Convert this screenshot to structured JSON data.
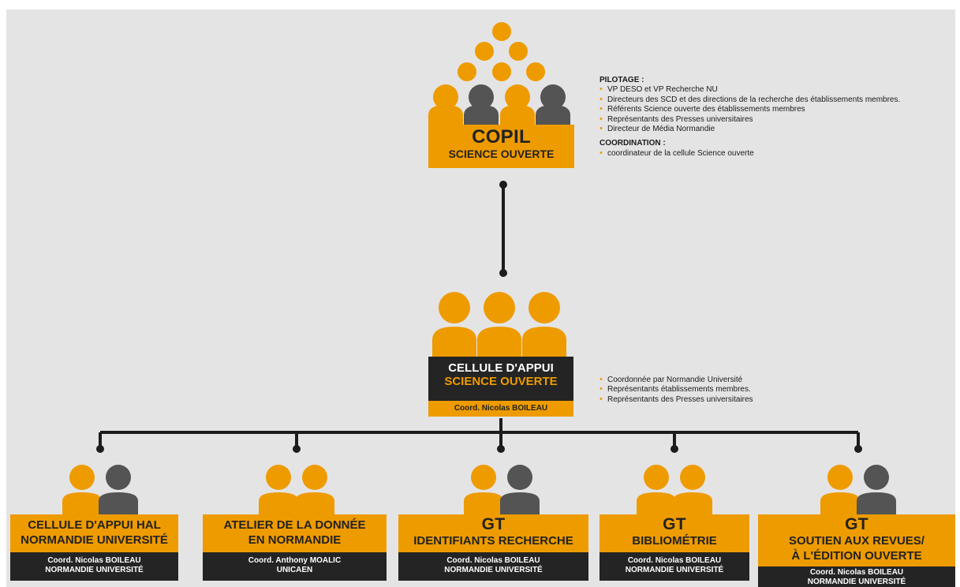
{
  "colors": {
    "orange": "#ee9b00",
    "dark": "#545454",
    "black": "#242424",
    "bg": "#e4e4e4"
  },
  "copil": {
    "title": "COPIL",
    "subtitle": "SCIENCE OUVERTE",
    "pilotage_heading": "PILOTAGE :",
    "pilotage_items": [
      "VP DESO et VP Recherche NU",
      "Directeurs des SCD et des directions de la recherche des établissements membres.",
      "Référents Science ouverte des établissements membres",
      "Représentants des Presses universitaires",
      "Directeur de Média Normandie"
    ],
    "coordination_heading": "COORDINATION :",
    "coordination_items": [
      "coordinateur de la cellule Science ouverte"
    ]
  },
  "cellule": {
    "title": "CELLULE D'APPUI",
    "subtitle": "SCIENCE OUVERTE",
    "coord": "Coord. Nicolas BOILEAU",
    "items": [
      "Coordonnée par Normandie Université",
      "Représentants établissements membres.",
      "Représentants des Presses universitaires"
    ]
  },
  "groups": [
    {
      "line1": "CELLULE D'APPUI HAL",
      "line2": "NORMANDIE UNIVERSITÉ",
      "coord1": "Coord. Nicolas BOILEAU",
      "coord2": "NORMANDIE UNIVERSITÉ"
    },
    {
      "line1": "ATELIER DE LA DONNÉE",
      "line2": "EN NORMANDIE",
      "coord1": "Coord. Anthony MOALIC",
      "coord2": "UNICAEN"
    },
    {
      "line1": "GT",
      "line2": "IDENTIFIANTS RECHERCHE",
      "coord1": "Coord. Nicolas BOILEAU",
      "coord2": "NORMANDIE UNIVERSITÉ"
    },
    {
      "line1": "GT",
      "line2": "BIBLIOMÉTRIE",
      "coord1": "Coord. Nicolas BOILEAU",
      "coord2": "NORMANDIE UNIVERSITÉ"
    },
    {
      "line1": "GT",
      "line2": "SOUTIEN AUX REVUES/",
      "line3": "À L'ÉDITION OUVERTE",
      "coord1": "Coord. Nicolas BOILEAU",
      "coord2": "NORMANDIE UNIVERSITÉ"
    }
  ]
}
